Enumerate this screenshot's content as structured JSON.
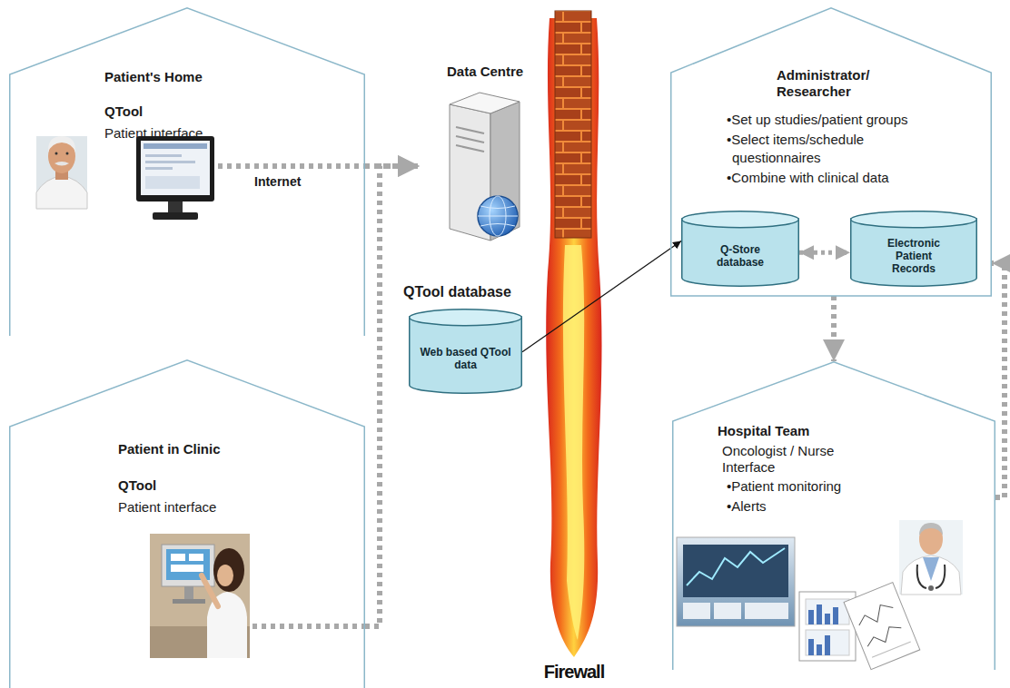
{
  "diagram": {
    "nodes": [
      {
        "text": [
          "Patient's Home",
          "QTool",
          "Patient interface"
        ]
      },
      {
        "text": [
          "Data Centre"
        ]
      },
      {
        "text": [
          "QTool database",
          "Web based QTool data"
        ]
      },
      {
        "text": [
          "Administrator/ Researcher",
          "•Set up studies/patient groups",
          "•Select items/schedule questionnaires",
          "•Combine with clinical data"
        ]
      },
      {
        "text": [
          "Q-Store database"
        ],
        "in": 3
      },
      {
        "text": [
          "Electronic Patient Records"
        ],
        "in": 3
      },
      {
        "text": [
          "Patient in Clinic",
          "QTool",
          "Patient interface"
        ]
      },
      {
        "text": [
          "Hospital Team",
          "Oncologist / Nurse Interface",
          "•Patient monitoring",
          "•Alerts"
        ]
      }
    ],
    "edges": [
      {
        "from": 0,
        "to": 1,
        "label": "Internet",
        "arrow": "to"
      },
      {
        "from": 6,
        "to": 1,
        "arrow": "to"
      },
      {
        "from": 2,
        "to": 4,
        "arrow": "to"
      },
      {
        "from": 4,
        "to": 5,
        "arrow": "both"
      },
      {
        "from": 3,
        "to": 7,
        "arrow": "to"
      },
      {
        "from": 7,
        "to": 3,
        "arrow": "to"
      }
    ],
    "labels": [
      "Firewall"
    ]
  }
}
